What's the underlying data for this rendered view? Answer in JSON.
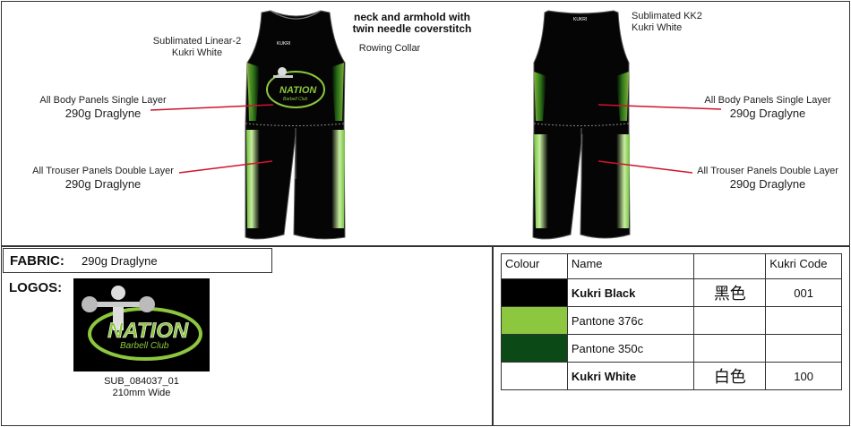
{
  "annotations": {
    "front_sublimated": [
      "Sublimated Linear-2",
      "Kukri White"
    ],
    "front_neck": [
      "neck and armhold with",
      "twin needle coverstitch"
    ],
    "front_collar": "Rowing Collar",
    "front_body": [
      "All Body Panels Single Layer",
      "290g Draglyne"
    ],
    "front_trouser": [
      "All Trouser Panels Double Layer",
      "290g Draglyne"
    ],
    "back_sublimated": [
      "Sublimated KK2",
      "Kukri White"
    ],
    "back_body": [
      "All Body Panels Single Layer",
      "290g Draglyne"
    ],
    "back_trouser": [
      "All Trouser Panels Double Layer",
      "290g Draglyne"
    ]
  },
  "garment": {
    "chest_brand": "KUKRI",
    "logo_text": "NATION",
    "logo_subtext": "Barbell Club"
  },
  "fabric": {
    "label": "FABRIC:",
    "value": "290g Draglyne"
  },
  "logos": {
    "label": "LOGOS:",
    "logo_text": "NATION",
    "logo_subtext": "Barbell Club",
    "caption_line1": "SUB_084037_01",
    "caption_line2": "210mm Wide"
  },
  "colours": {
    "headers": [
      "Colour",
      "Name",
      "",
      "Kukri Code"
    ],
    "rows": [
      {
        "swatch": "#000000",
        "name": "Kukri Black",
        "bold": true,
        "chinese": "黑色",
        "code": "001"
      },
      {
        "swatch": "#8dc63f",
        "name": "Pantone 376c",
        "bold": false,
        "chinese": "",
        "code": ""
      },
      {
        "swatch": "#0b4a17",
        "name": "Pantone 350c",
        "bold": false,
        "chinese": "",
        "code": ""
      },
      {
        "swatch": "#ffffff",
        "name": "Kukri White",
        "bold": true,
        "chinese": "白色",
        "code": "100"
      }
    ]
  }
}
